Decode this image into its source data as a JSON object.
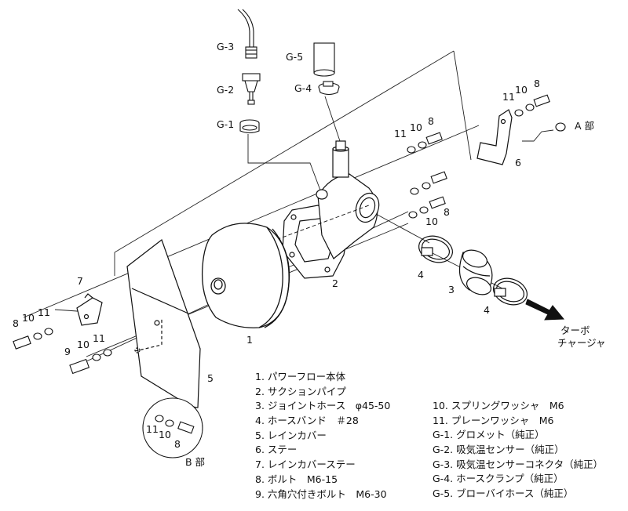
{
  "callouts": {
    "g3": "G-3",
    "g5": "G-5",
    "g2": "G-2",
    "g4": "G-4",
    "g1": "G-1",
    "a_part": "A 部",
    "b_part": "B 部",
    "n1": "1",
    "n2": "2",
    "n3": "3",
    "n4a": "4",
    "n4b": "4",
    "n5": "5",
    "n6": "6",
    "n7": "7",
    "tr_11": "11",
    "tr_10": "10",
    "tr_8": "8",
    "ctr_11": "11",
    "ctr_10": "10",
    "ctr_8": "8",
    "mid_10": "10",
    "mid_8": "8",
    "l_8": "8",
    "l_10": "10",
    "l_11": "11",
    "l2_9": "9",
    "l2_10": "10",
    "l2_11": "11",
    "b_11": "11",
    "b_10": "10",
    "b_8": "8",
    "turbo_line1": "ターボ",
    "turbo_line2": "チャージャ"
  },
  "legend_left": [
    "1. パワーフロー本体",
    "2. サクションパイプ",
    "3. ジョイントホース　φ45-50",
    "4. ホースバンド　＃28",
    "5. レインカバー",
    "6. ステー",
    "7. レインカバーステー",
    "8. ボルト　M6-15",
    "9. 六角穴付きボルト　M6-30"
  ],
  "legend_right": [
    "10. スプリングワッシャ　M6",
    "11. プレーンワッシャ　M6",
    "G-1. グロメット（純正）",
    "G-2. 吸気温センサー（純正）",
    "G-3. 吸気温センサーコネクタ（純正）",
    "G-4. ホースクランプ（純正）",
    "G-5. ブローバイホース（純正）"
  ]
}
